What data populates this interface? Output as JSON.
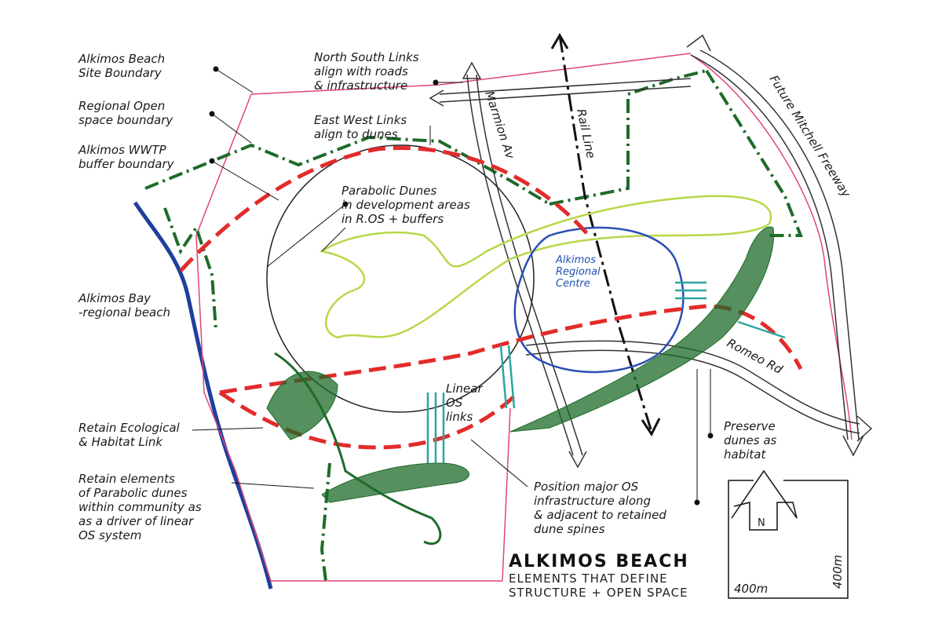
{
  "colors": {
    "site_boundary": "#e0457b",
    "open_space_boundary": "#1e6b2a",
    "dune_links": "#e32b2b",
    "parabolic_dunes": "#b7d84a",
    "regional_centre": "#2a4fb5",
    "beach": "#1e3f9c",
    "habitat_hatch": "#2aa6a0",
    "ink": "#111111"
  },
  "labels": {
    "site_boundary": [
      "Alkimos Beach",
      "Site Boundary"
    ],
    "open_space_boundary": [
      "Regional Open",
      "space boundary"
    ],
    "wwtp_buffer": [
      "Alkimos WWTP",
      "buffer boundary"
    ],
    "north_south_links": [
      "North South Links",
      "align with roads",
      "& infrastructure"
    ],
    "east_west_links": [
      "East West Links",
      "align to dunes"
    ],
    "parabolic_dunes": [
      "Parabolic Dunes",
      "in development areas",
      "in R.OS + buffers"
    ],
    "alkimos_bay": [
      "Alkimos Bay",
      "-regional beach"
    ],
    "regional_centre": [
      "Alkimos",
      "Regional",
      "Centre"
    ],
    "rail_line": "Rail Line",
    "marmion_av": "Marmion Av",
    "mitchell_freeway": "Future Mitchell Freeway",
    "romeo_rd": "Romeo Rd",
    "linear_os_links": [
      "Linear",
      "OS",
      "links"
    ],
    "ecological_link": [
      "Retain Ecological",
      "& Habitat Link"
    ],
    "parabolic_elements": [
      "Retain elements",
      "of Parabolic dunes",
      "within community as",
      "as a driver of linear",
      "OS system"
    ],
    "os_infrastructure": [
      "Position major OS",
      "infrastructure along",
      "& adjacent to retained",
      "dune spines"
    ],
    "preserve_dunes": [
      "Preserve",
      "dunes as",
      "habitat"
    ]
  },
  "title_block": {
    "title": "ALKIMOS BEACH",
    "subtitle_1": "ELEMENTS THAT DEFINE",
    "subtitle_2": "STRUCTURE + OPEN SPACE"
  },
  "north_arrow": {
    "label": "N"
  },
  "scale": {
    "horizontal": "400m",
    "vertical": "400m"
  }
}
